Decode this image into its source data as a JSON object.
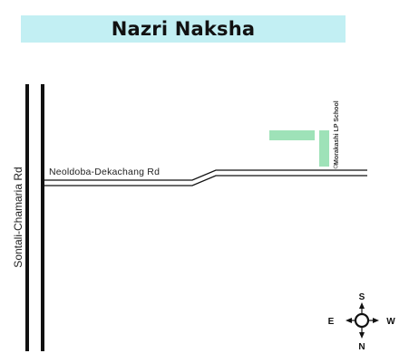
{
  "title": "Nazri Naksha",
  "roads": {
    "vertical_road_label": "Sontali-Chamaria Rd",
    "horizontal_road_label": "Neoldoba-Dekachang Rd"
  },
  "landmark": {
    "school_label": "Morakashi LP School"
  },
  "compass": {
    "north": "N",
    "south": "S",
    "east": "E",
    "west": "W"
  },
  "colors": {
    "banner": "#c2eff3",
    "plot": "#9ee2b8",
    "road": "#111111"
  }
}
